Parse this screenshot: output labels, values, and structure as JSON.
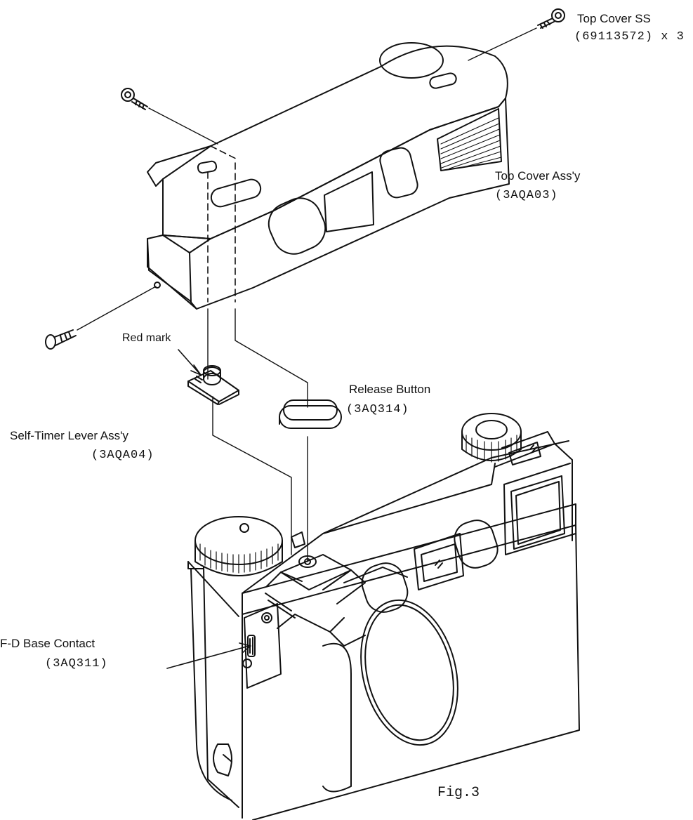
{
  "labels": {
    "top_cover_ss": {
      "name": "Top Cover SS",
      "part": "(69113572) x 3"
    },
    "top_cover_assy": {
      "name": "Top Cover Ass'y",
      "part": "(3AQA03)"
    },
    "red_mark": {
      "name": "Red mark"
    },
    "release_button": {
      "name": "Release Button",
      "part": "(3AQ314)"
    },
    "self_timer_lever": {
      "name": "Self-Timer Lever Ass'y",
      "part": "(3AQA04)"
    },
    "fd_base_contact": {
      "name": "F-D Base Contact",
      "part": "(3AQ311)"
    }
  },
  "figure_caption": "Fig.3",
  "colors": {
    "ink": "#111111",
    "paper": "#ffffff"
  }
}
